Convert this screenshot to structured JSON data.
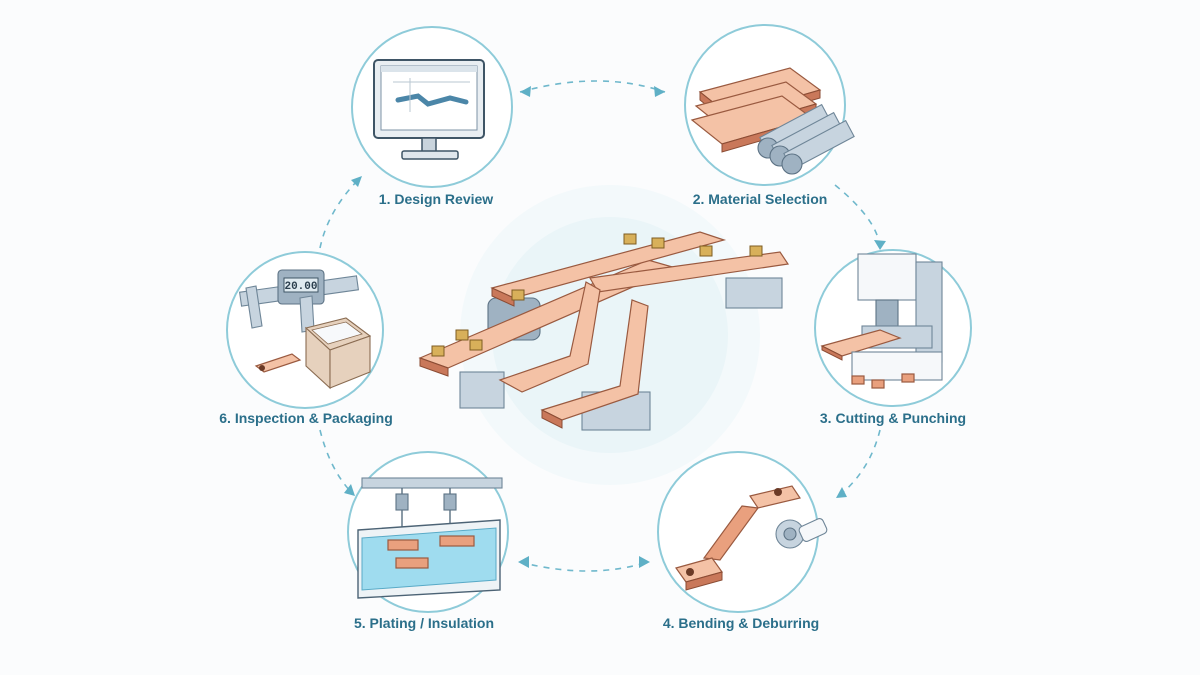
{
  "steps": [
    {
      "label": "1. Design Review",
      "icon": "monitor-cad-icon"
    },
    {
      "label": "2. Material Selection",
      "icon": "copper-sheets-icon"
    },
    {
      "label": "3. Cutting & Punching",
      "icon": "punch-press-icon"
    },
    {
      "label": "4. Bending & Deburring",
      "icon": "bent-busbar-icon"
    },
    {
      "label": "5. Plating / Insulation",
      "icon": "plating-tank-icon"
    },
    {
      "label": "6. Inspection & Packaging",
      "icon": "caliper-box-icon"
    }
  ],
  "caliper_reading": "20.00",
  "center_icon": "copper-busbar-assembly-icon",
  "colors": {
    "accent": "#2b6f8a",
    "circle_stroke": "#8ecbd9",
    "arrow": "#6fb8cc",
    "copper": "#e9a07e"
  }
}
